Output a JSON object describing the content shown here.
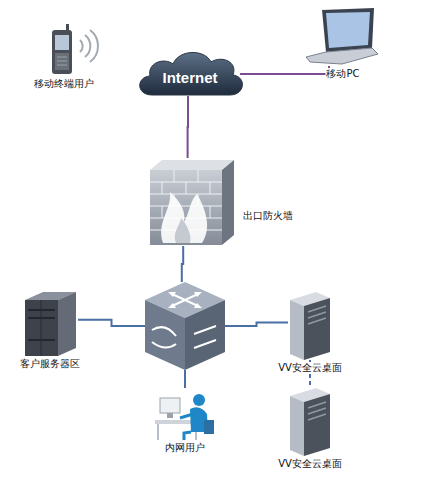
{
  "diagram": {
    "nodes": [
      {
        "text": [
          "Internet"
        ]
      },
      {
        "text": [
          "移动终端用户"
        ]
      },
      {
        "text": [
          "移动PC"
        ]
      },
      {
        "text": [
          "出口防火墙"
        ]
      },
      {
        "text": []
      },
      {
        "text": [
          "客户服务器区"
        ]
      },
      {
        "text": [
          "VV安全云桌面"
        ]
      },
      {
        "text": [
          "内网用户"
        ]
      },
      {
        "text": [
          "VV安全云桌面"
        ]
      }
    ],
    "edges": [
      {
        "from": 0,
        "to": 2,
        "arrow": "none"
      },
      {
        "from": 0,
        "to": 3,
        "arrow": "none"
      },
      {
        "from": 3,
        "to": 4,
        "arrow": "none"
      },
      {
        "from": 4,
        "to": 5,
        "arrow": "none"
      },
      {
        "from": 4,
        "to": 6,
        "arrow": "none"
      },
      {
        "from": 4,
        "to": 7,
        "arrow": "none"
      },
      {
        "from": 6,
        "to": 8,
        "arrow": "none"
      }
    ]
  }
}
